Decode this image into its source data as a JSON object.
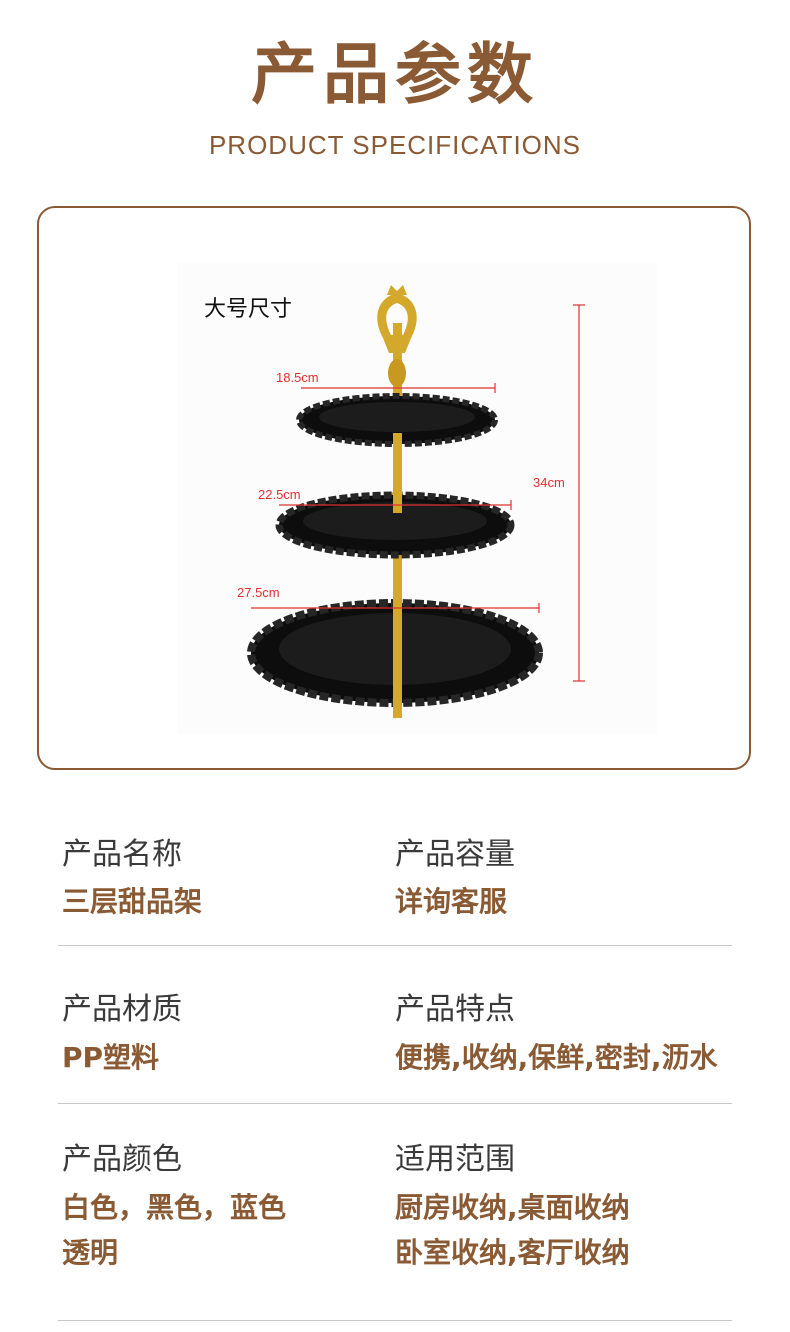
{
  "header": {
    "title": "产品参数",
    "subtitle": "PRODUCT SPECIFICATIONS"
  },
  "product_image": {
    "size_label": "大号尺寸",
    "dimensions": {
      "top_tier": "18.5cm",
      "middle_tier": "22.5cm",
      "bottom_tier": "27.5cm",
      "height": "34cm"
    }
  },
  "specs": [
    {
      "label": "产品名称",
      "value": "三层甜品架"
    },
    {
      "label": "产品容量",
      "value": "详询客服"
    },
    {
      "label": "产品材质",
      "value": "PP塑料"
    },
    {
      "label": "产品特点",
      "value": "便携,收纳,保鲜,密封,沥水"
    },
    {
      "label": "产品颜色",
      "value_lines": [
        "白色，黑色，蓝色",
        "透明"
      ]
    },
    {
      "label": "适用范围",
      "value_lines": [
        "厨房收纳,桌面收纳",
        "卧室收纳,客厅收纳"
      ]
    }
  ],
  "colors": {
    "brand_brown": "#8a5a34",
    "dimension_red": "#e03030",
    "plate_black": "#0d0d0d",
    "stand_gold": "#d4a82a"
  }
}
